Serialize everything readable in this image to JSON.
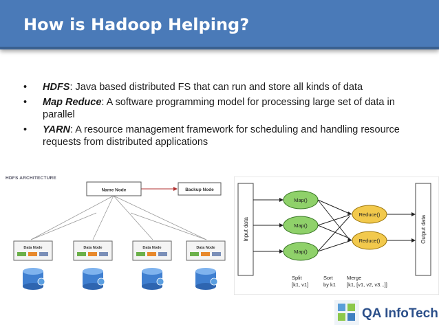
{
  "slide": {
    "title": "How is Hadoop Helping?"
  },
  "bullets": [
    {
      "term": "HDFS",
      "text": ": Java based distributed FS that can run and store all kinds of data"
    },
    {
      "term": "Map Reduce",
      "text": ": A software programming model for processing large set of data in parallel"
    },
    {
      "term": "YARN",
      "text": ": A resource management framework for scheduling and handling resource requests from distributed applications"
    }
  ],
  "hdfs_diagram": {
    "title": "HDFS ARCHITECTURE",
    "name_node": "Name Node",
    "backup_node": "Backup Node",
    "data_nodes": [
      "Data Node",
      "Data Node",
      "Data Node",
      "Data Node"
    ],
    "colors": {
      "block_green": "#6bb04a",
      "block_orange": "#e8892c",
      "block_blue": "#7a8fb8",
      "disk": "#3f7fd0"
    }
  },
  "mapreduce_diagram": {
    "input_label": "Input data",
    "output_label": "Output data",
    "map_labels": [
      "Map()",
      "Map()",
      "Map()"
    ],
    "reduce_labels": [
      "Reduce()",
      "Reduce()"
    ],
    "phases": [
      {
        "name": "Split",
        "detail": "[k1, v1]"
      },
      {
        "name": "Sort",
        "detail": "by k1"
      },
      {
        "name": "Merge",
        "detail": "[k1, [v1, v2, v3...]]"
      }
    ],
    "colors": {
      "map_fill": "#8fd16a",
      "reduce_fill": "#f2c94c"
    }
  },
  "logo": {
    "text": "QA InfoTech"
  }
}
